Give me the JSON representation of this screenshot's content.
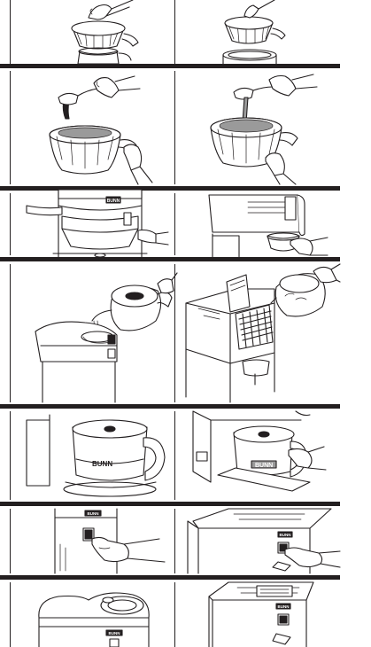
{
  "brand_mark": "BUNN",
  "steps": [
    {
      "left": "filter-placed-in-funnel",
      "right": "funnel-with-filter"
    },
    {
      "left": "pour-coffee-into-filter",
      "right": "coffee-in-funnel"
    },
    {
      "left": "slide-funnel-into-brewer",
      "right": "funnel-in-rails"
    },
    {
      "left": "pour-water-into-tank",
      "right": "water-into-reservoir"
    },
    {
      "left": "carafe-on-warmer",
      "right": "carafe-under-funnel"
    },
    {
      "left": "press-switch-on",
      "right": "switch-on-front"
    },
    {
      "left": "brewer-top-view",
      "right": "brewer-top-panel"
    }
  ]
}
